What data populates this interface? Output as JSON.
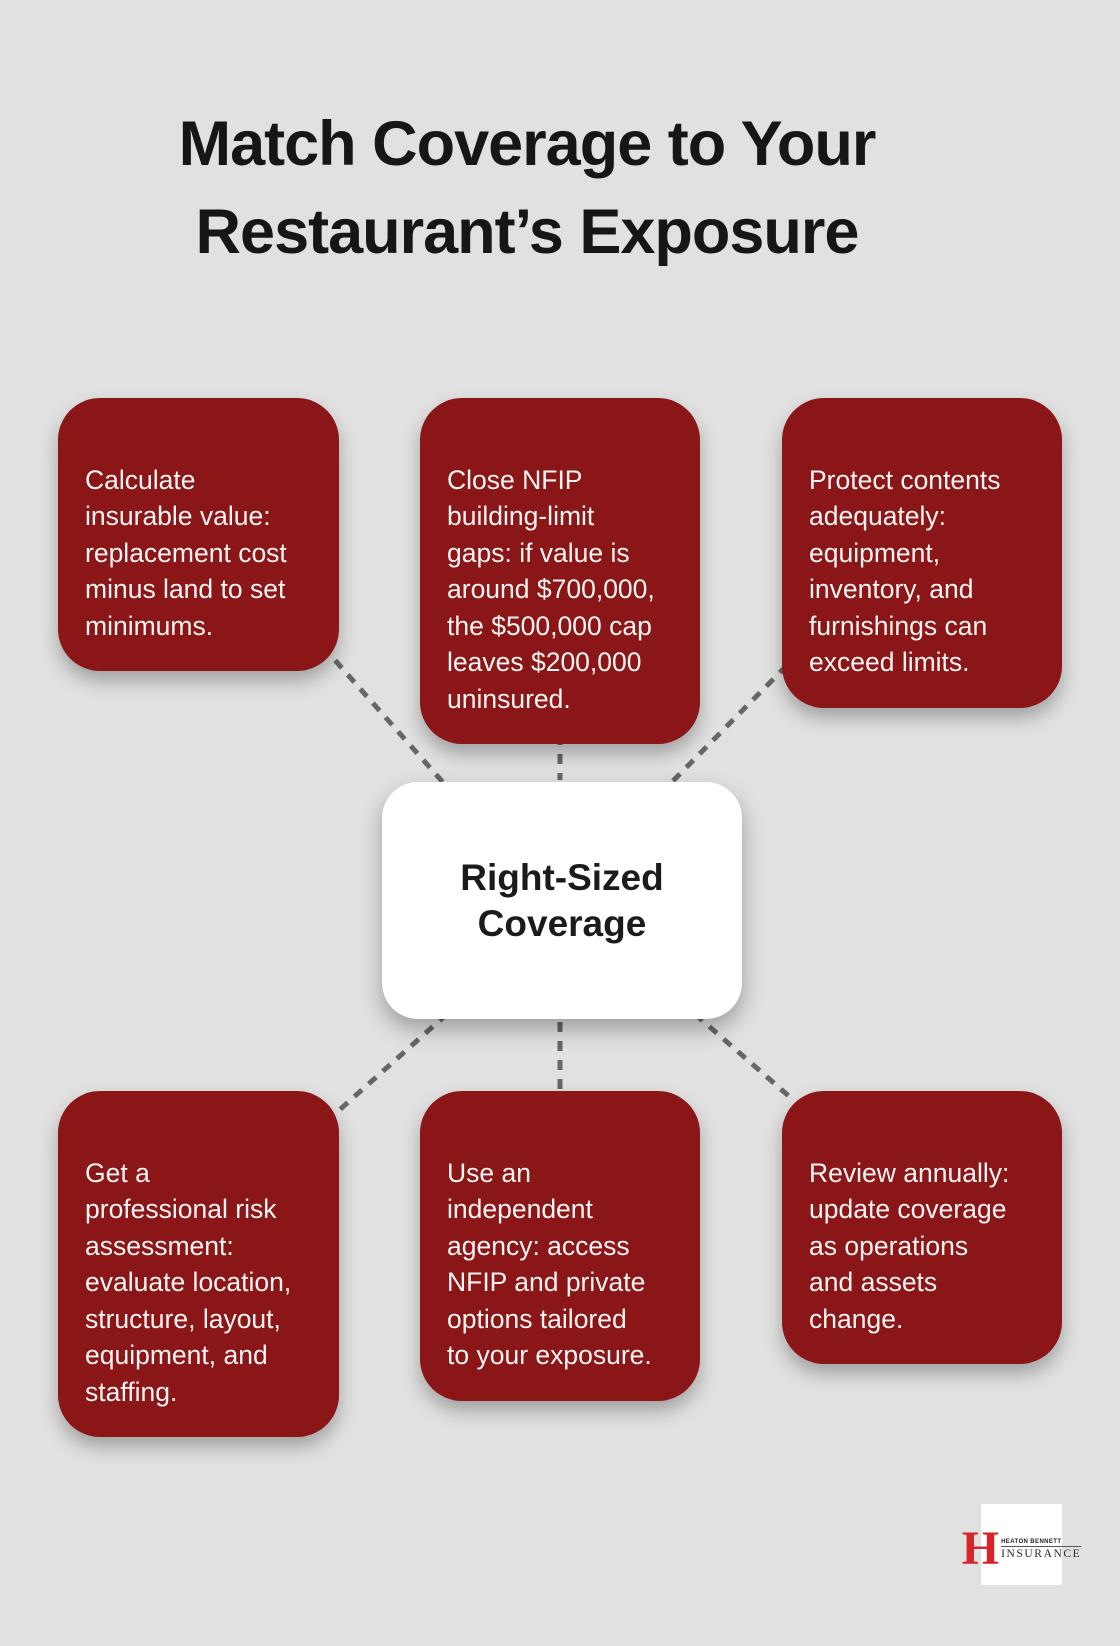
{
  "title": {
    "text": "Match Coverage to Your\nRestaurant’s Exposure"
  },
  "center": {
    "label": "Right-Sized\nCoverage"
  },
  "nodes": [
    {
      "id": "calculate-insurable-value",
      "text": "Calculate\ninsurable value:\nreplacement cost\nminus land to set\nminimums."
    },
    {
      "id": "close-nfip-building-limit-gaps",
      "text": "Close NFIP\nbuilding-limit\ngaps: if value is\naround $700,000,\nthe $500,000 cap\nleaves $200,000\nuninsured."
    },
    {
      "id": "protect-contents",
      "text": "Protect contents\nadequately:\nequipment,\ninventory, and\nfurnishings can\nexceed limits."
    },
    {
      "id": "professional-risk-assessment",
      "text": "Get a\nprofessional risk\nassessment:\nevaluate location,\nstructure, layout,\nequipment, and\nstaffing."
    },
    {
      "id": "independent-agency",
      "text": "Use an\nindependent\nagency: access\nNFIP and private\noptions tailored\nto your exposure."
    },
    {
      "id": "review-annually",
      "text": "Review annually:\nupdate coverage\nas operations\nand assets\nchange."
    }
  ],
  "logo": {
    "monogram": "H",
    "name": "HEATON BENNETT",
    "type": "INSURANCE"
  },
  "colors": {
    "background": "#e0e1e0",
    "node_bg": "#8b1617",
    "node_text": "#f8f4f4",
    "connector": "#666666",
    "title_text": "#161616",
    "logo_red": "#d8232a"
  }
}
